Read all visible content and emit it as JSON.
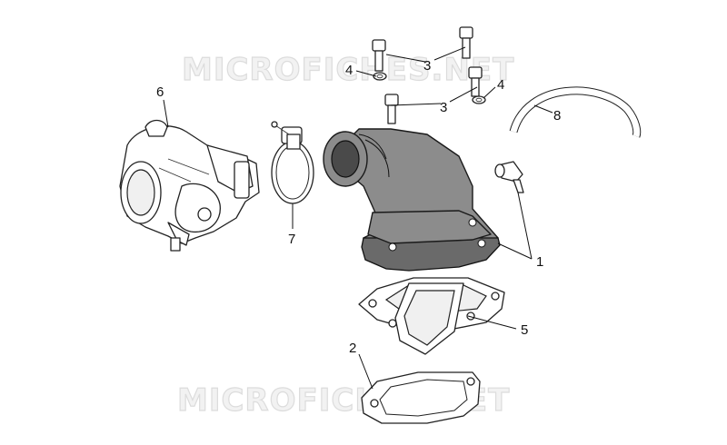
{
  "watermarks": [
    {
      "text": "MICROFICHES.NET"
    },
    {
      "text": "MICROFICHES.NET"
    }
  ],
  "callouts": [
    {
      "label": "1",
      "part": "intake-manifold"
    },
    {
      "label": "2",
      "part": "gasket"
    },
    {
      "label": "3",
      "part": "screw"
    },
    {
      "label": "3",
      "part": "screw"
    },
    {
      "label": "4",
      "part": "washer"
    },
    {
      "label": "4",
      "part": "washer"
    },
    {
      "label": "5",
      "part": "reed-valve"
    },
    {
      "label": "6",
      "part": "carburetor"
    },
    {
      "label": "7",
      "part": "hose-clamp"
    },
    {
      "label": "8",
      "part": "hose"
    }
  ]
}
